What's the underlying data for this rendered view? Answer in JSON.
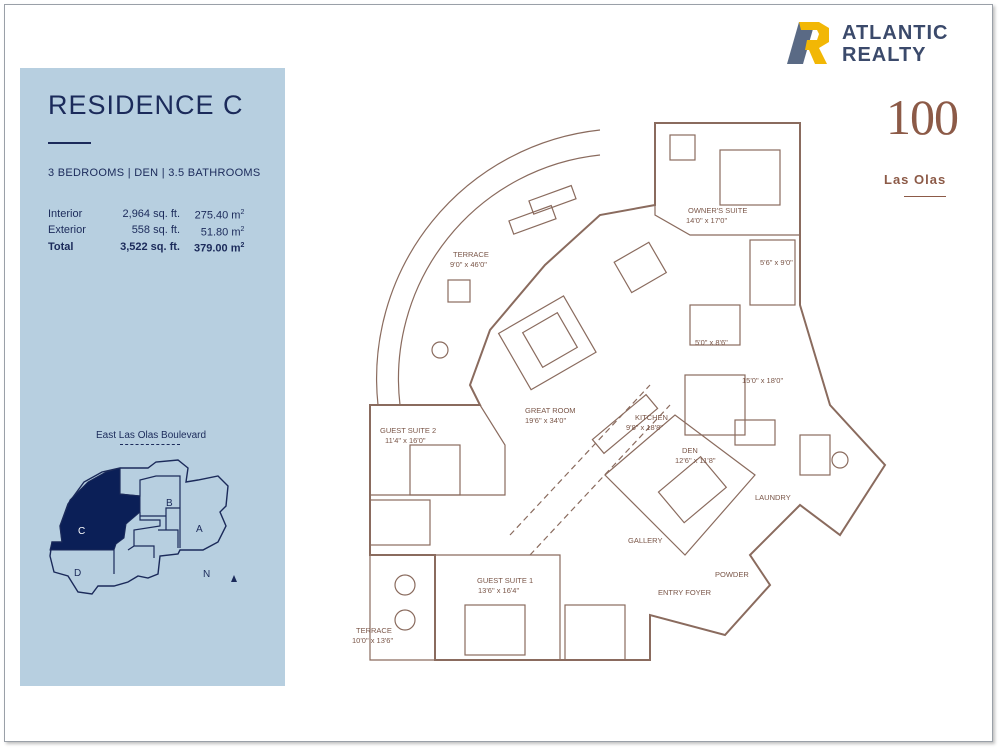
{
  "residence": {
    "title": "RESIDENCE C",
    "subtitle": "3 BEDROOMS | DEN | 3.5 BATHROOMS",
    "areas": [
      {
        "label": "Interior",
        "sqft": "2,964 sq. ft.",
        "sqm": "275.40 m",
        "sup": "2"
      },
      {
        "label": "Exterior",
        "sqft": "558 sq. ft.",
        "sqm": "51.80 m",
        "sup": "2"
      },
      {
        "label": "Total",
        "sqft": "3,522 sq. ft.",
        "sqm": "379.00 m",
        "sup": "2"
      }
    ]
  },
  "keyplan": {
    "street": "East Las Olas Boulevard",
    "units": [
      "A",
      "B",
      "C",
      "D"
    ],
    "north": "N"
  },
  "brand": {
    "logo_line1": "ATLANTIC",
    "logo_line2": "REALTY",
    "number": "100",
    "name": "Las Olas"
  },
  "rooms": {
    "owners_suite": {
      "name": "OWNER'S SUITE",
      "dims": "14'0\" x 17'0\""
    },
    "terrace_top": {
      "name": "TERRACE",
      "dims": "9'0\" x 46'0\""
    },
    "closet1": {
      "dims": "5'6\" x 9'0\""
    },
    "closet2": {
      "dims": "5'0\" x 8'6\""
    },
    "owners_bath": {
      "dims": "15'0\" x 18'0\""
    },
    "great_room": {
      "name": "GREAT ROOM",
      "dims": "19'6\" x 34'0\""
    },
    "kitchen": {
      "name": "KITCHEN",
      "dims": "9'8\" x 18'8\""
    },
    "guest2": {
      "name": "GUEST SUITE 2",
      "dims": "11'4\" x 16'0\""
    },
    "den": {
      "name": "DEN",
      "dims": "12'6\" x 11'8\""
    },
    "laundry": {
      "name": "LAUNDRY"
    },
    "gallery": {
      "name": "GALLERY"
    },
    "guest1": {
      "name": "GUEST SUITE 1",
      "dims": "13'6\" x 16'4\""
    },
    "powder": {
      "name": "POWDER"
    },
    "entry": {
      "name": "ENTRY FOYER"
    },
    "terrace_bottom": {
      "name": "TERRACE",
      "dims": "10'0\" x 13'6\""
    }
  },
  "colors": {
    "panel": "#b7cfe0",
    "navy": "#1b2a5a",
    "brand_brown": "#8c5a47",
    "logo_yellow": "#f2b705",
    "logo_slate": "#5a6a85"
  }
}
